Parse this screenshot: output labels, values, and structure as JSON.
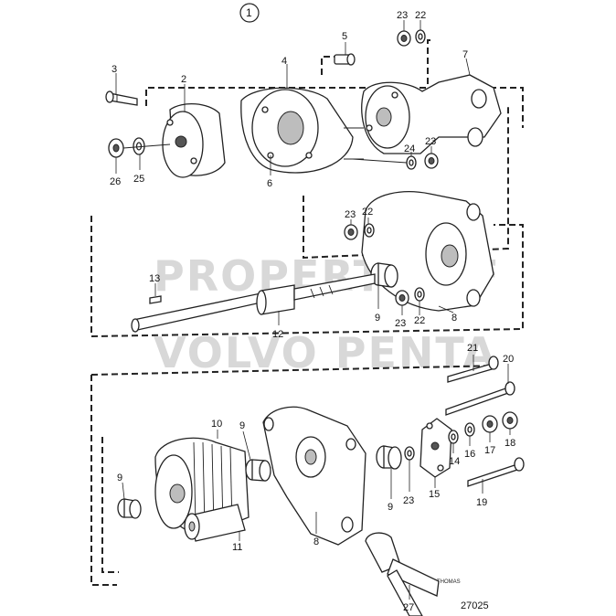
{
  "figure_number": "1",
  "watermark": {
    "line1": "PROPERTY OF",
    "line2": "VOLVO PENTA"
  },
  "drawing_number": "27025",
  "cable_tag": "THOMAS",
  "part_labels": {
    "p1": "1",
    "p2": "2",
    "p3": "3",
    "p4": "4",
    "p5": "5",
    "p6": "6",
    "p7": "7",
    "p8a": "8",
    "p8b": "8",
    "p9a": "9",
    "p9b": "9",
    "p9c": "9",
    "p9d": "9",
    "p10": "10",
    "p11": "11",
    "p12": "12",
    "p13": "13",
    "p14": "14",
    "p15": "15",
    "p16": "16",
    "p17": "17",
    "p18": "18",
    "p19": "19",
    "p20": "20",
    "p21": "21",
    "p22a": "22",
    "p22b": "22",
    "p22c": "22",
    "p23a": "23",
    "p23b": "23",
    "p23c": "23",
    "p23d": "23",
    "p23e": "23",
    "p24": "24",
    "p25": "25",
    "p26": "26",
    "p27": "27"
  }
}
